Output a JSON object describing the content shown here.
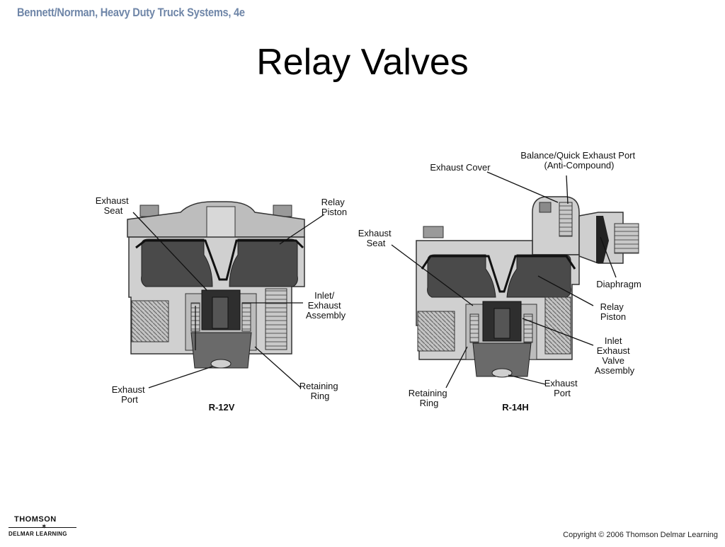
{
  "header": {
    "book_title": "Bennett/Norman, Heavy Duty Truck Systems, 4e"
  },
  "slide": {
    "title": "Relay Valves"
  },
  "diagram_left": {
    "model": "R-12V",
    "labels": {
      "exhaust_seat": [
        "Exhaust",
        "Seat"
      ],
      "relay_piston": [
        "Relay",
        "Piston"
      ],
      "inlet_exhaust_assembly": [
        "Inlet/",
        "Exhaust",
        "Assembly"
      ],
      "retaining_ring": [
        "Retaining",
        "Ring"
      ],
      "exhaust_port": [
        "Exhaust",
        "Port"
      ]
    }
  },
  "diagram_right": {
    "model": "R-14H",
    "labels": {
      "balance_port": [
        "Balance/Quick Exhaust Port",
        "(Anti-Compound)"
      ],
      "exhaust_cover": [
        "Exhaust Cover"
      ],
      "exhaust_seat": [
        "Exhaust",
        "Seat"
      ],
      "diaphragm": [
        "Diaphragm"
      ],
      "relay_piston": [
        "Relay",
        "Piston"
      ],
      "inlet_exhaust_valve_assembly": [
        "Inlet",
        "Exhaust",
        "Valve",
        "Assembly"
      ],
      "exhaust_port": [
        "Exhaust",
        "Port"
      ],
      "retaining_ring": [
        "Retaining",
        "Ring"
      ]
    }
  },
  "footer": {
    "logo_top": "THOMSON",
    "logo_bottom": "DELMAR LEARNING",
    "copyright": "Copyright © 2006 Thomson Delmar Learning"
  },
  "colors": {
    "header_text": "#6f86a8",
    "body_light": "#d0d0d0",
    "body_mid": "#9a9a9a",
    "body_dark": "#4a4a4a"
  }
}
